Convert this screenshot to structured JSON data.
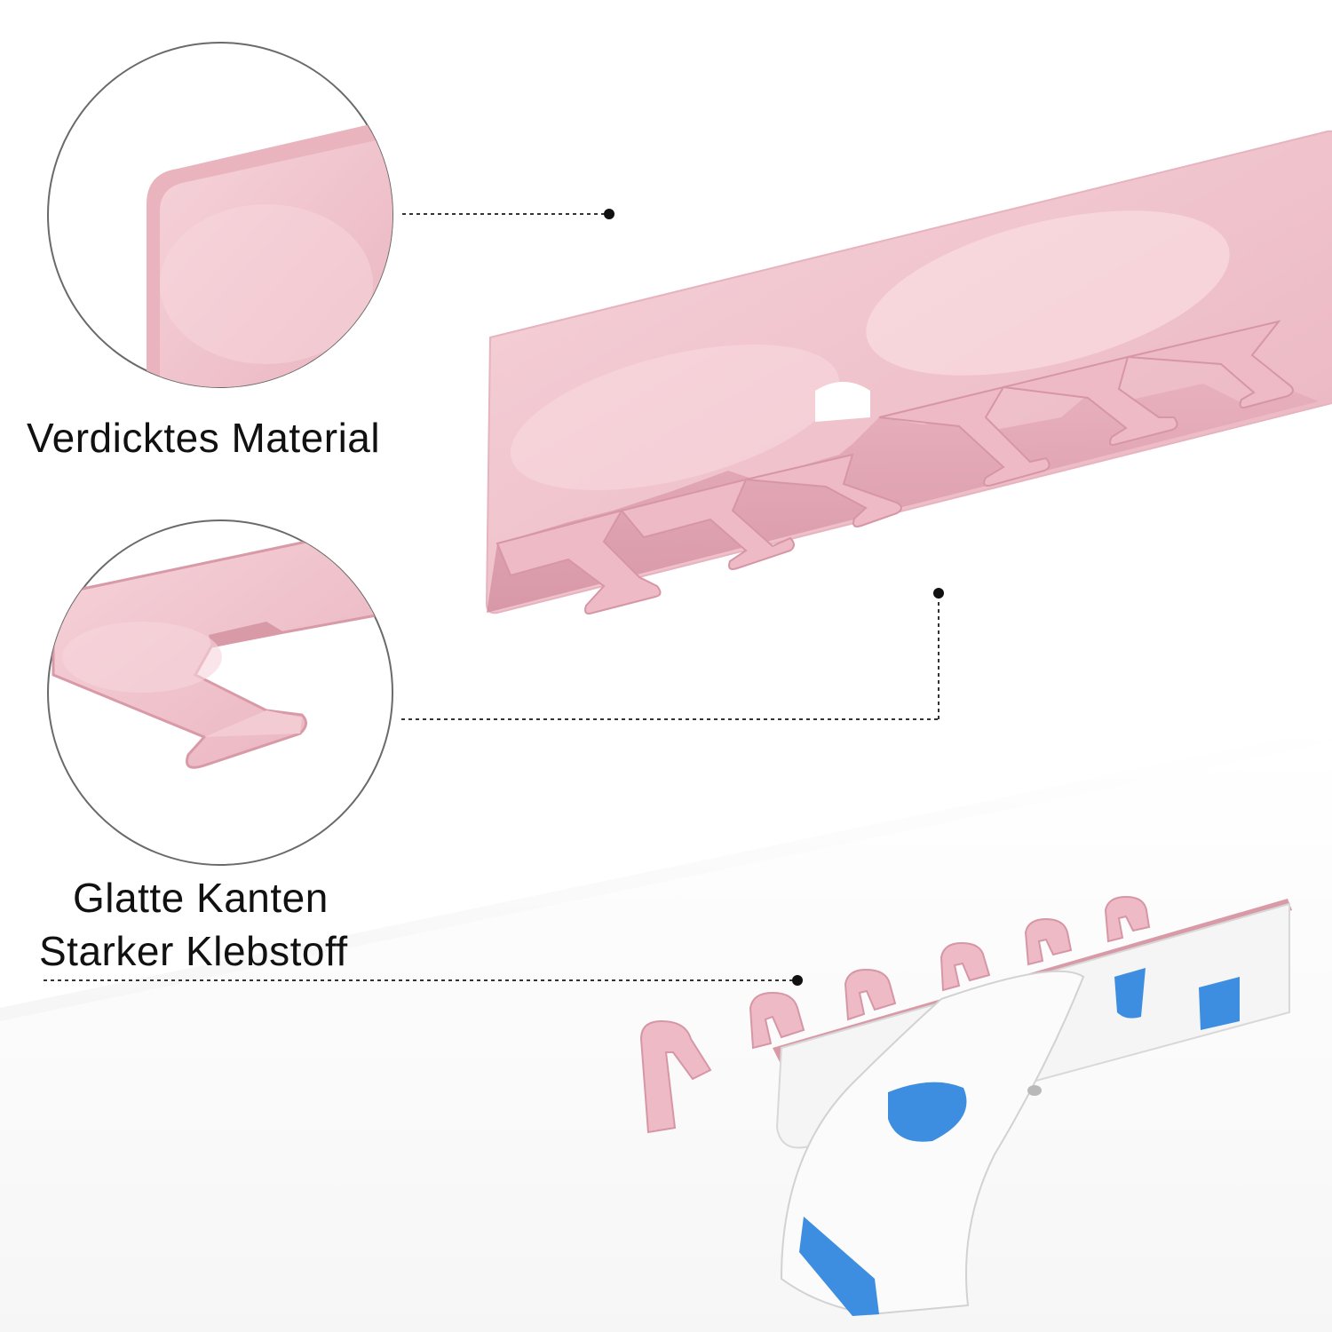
{
  "features": {
    "material_label": "Verdicktes Material",
    "edges_label": "Glatte Kanten",
    "adhesive_label": "Starker Klebstoff"
  },
  "colors": {
    "product": "#eec0c9",
    "product_shade": "#d99aa8",
    "tape": "#f4f4f4",
    "tape_marks": "#3d8ee0",
    "callout_line": "#333333",
    "divider_shadow": "#e6e6e6"
  },
  "icons": {
    "product": "rose-gold-six-hook-rack",
    "zoom_material": "zoomed-plate-corner",
    "zoom_edges": "zoomed-hook-edge",
    "adhesive": "peeling-adhesive-tape"
  }
}
